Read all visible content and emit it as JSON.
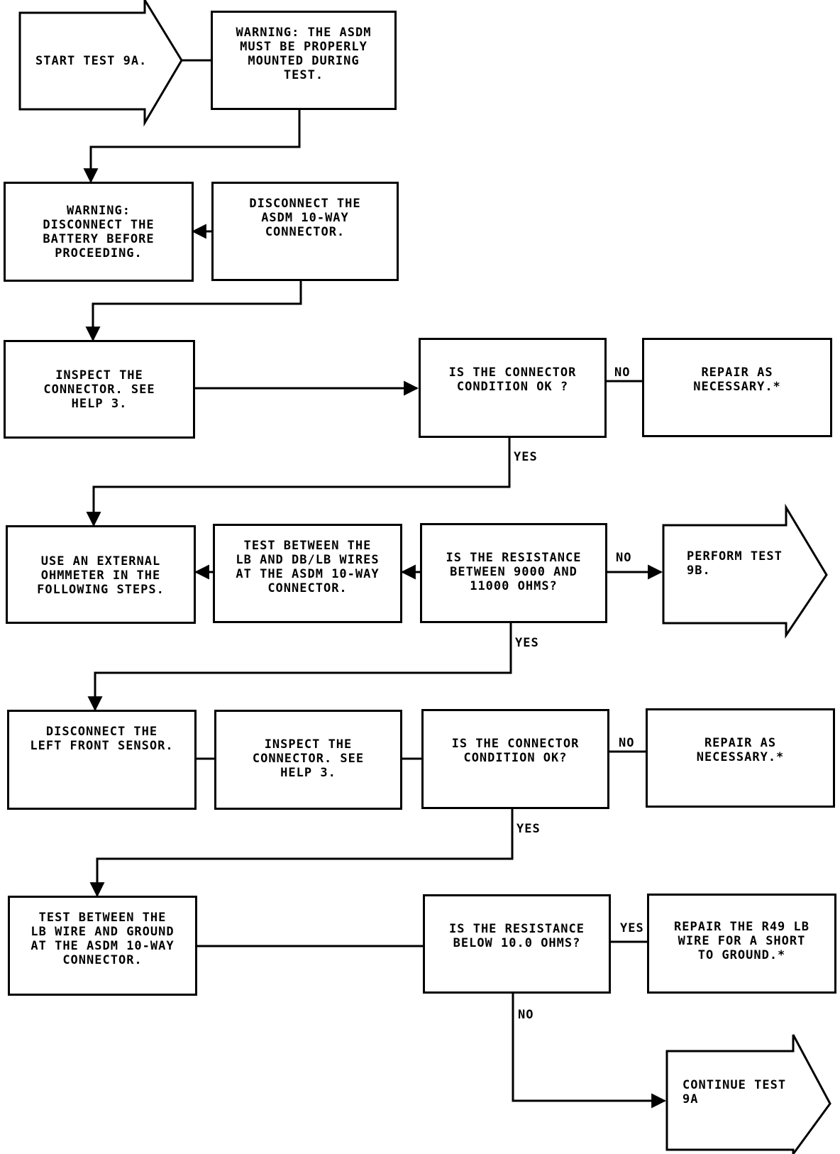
{
  "terminals": {
    "start": "START TEST 9A.",
    "perform_9b": "PERFORM TEST\n9B.",
    "continue_9a": "CONTINUE TEST\n9A"
  },
  "boxes": {
    "warning_mount": "WARNING: THE ASDM\nMUST BE PROPERLY\nMOUNTED DURING\nTEST.",
    "warning_battery": "WARNING:\nDISCONNECT THE\nBATTERY BEFORE\nPROCEEDING.",
    "disconnect_asdm": "DISCONNECT THE\nASDM 10-WAY\nCONNECTOR.",
    "inspect_connector_1": "INSPECT THE\nCONNECTOR. SEE\nHELP 3.",
    "connector_ok_1": "IS THE CONNECTOR\nCONDITION OK ?",
    "repair_1": "REPAIR AS\nNECESSARY.*",
    "use_ohmmeter": "USE AN EXTERNAL\nOHMMETER IN THE\nFOLLOWING STEPS.",
    "test_lb_db": "TEST BETWEEN THE\nLB AND DB/LB WIRES\nAT THE ASDM 10-WAY\nCONNECTOR.",
    "resistance_range": "IS THE RESISTANCE\nBETWEEN 9000 AND\n11000 OHMS?",
    "disconnect_sensor": "DISCONNECT THE\nLEFT FRONT SENSOR.",
    "inspect_connector_2": "INSPECT THE\nCONNECTOR. SEE\nHELP 3.",
    "connector_ok_2": "IS THE CONNECTOR\nCONDITION OK?",
    "repair_2": "REPAIR AS\nNECESSARY.*",
    "test_lb_ground": "TEST BETWEEN THE\nLB WIRE AND GROUND\nAT THE ASDM 10-WAY\nCONNECTOR.",
    "resistance_below": "IS THE RESISTANCE\nBELOW 10.0 OHMS?",
    "repair_short": "REPAIR THE R49 LB\nWIRE FOR A SHORT\nTO GROUND.*"
  },
  "labels": {
    "no_1": "NO",
    "yes_1": "YES",
    "no_2": "NO",
    "yes_2": "YES",
    "no_3": "NO",
    "yes_3": "YES",
    "yes_4": "YES",
    "no_4": "NO"
  }
}
